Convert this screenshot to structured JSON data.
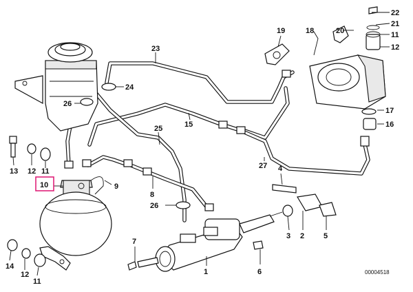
{
  "callouts": [
    {
      "id": "22",
      "text": "22"
    },
    {
      "id": "21",
      "text": "21"
    },
    {
      "id": "20",
      "text": "20"
    },
    {
      "id": "19",
      "text": "19"
    },
    {
      "id": "18",
      "text": "18"
    },
    {
      "id": "11a",
      "text": "11"
    },
    {
      "id": "12a",
      "text": "12"
    },
    {
      "id": "23",
      "text": "23"
    },
    {
      "id": "24",
      "text": "24"
    },
    {
      "id": "26a",
      "text": "26"
    },
    {
      "id": "17",
      "text": "17"
    },
    {
      "id": "16",
      "text": "16"
    },
    {
      "id": "15",
      "text": "15"
    },
    {
      "id": "25",
      "text": "25"
    },
    {
      "id": "13",
      "text": "13"
    },
    {
      "id": "12b",
      "text": "12"
    },
    {
      "id": "11b",
      "text": "11"
    },
    {
      "id": "10",
      "text": "10"
    },
    {
      "id": "9",
      "text": "9"
    },
    {
      "id": "8",
      "text": "8"
    },
    {
      "id": "27",
      "text": "27"
    },
    {
      "id": "4",
      "text": "4"
    },
    {
      "id": "26b",
      "text": "26"
    },
    {
      "id": "3",
      "text": "3"
    },
    {
      "id": "2",
      "text": "2"
    },
    {
      "id": "5",
      "text": "5"
    },
    {
      "id": "7",
      "text": "7"
    },
    {
      "id": "1",
      "text": "1"
    },
    {
      "id": "6",
      "text": "6"
    },
    {
      "id": "14",
      "text": "14"
    },
    {
      "id": "12c",
      "text": "12"
    },
    {
      "id": "11c",
      "text": "11"
    }
  ],
  "highlighted_callout": "10",
  "highlight_color": "#e0227a",
  "reference_number": "00004518"
}
